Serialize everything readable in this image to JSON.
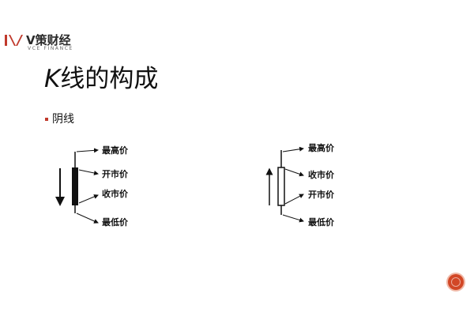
{
  "logo": {
    "name": "V策财经",
    "sub": "VCE FINANCE",
    "brand_color": "#c0392b"
  },
  "slide": {
    "title_k": "K",
    "title_rest": "线的构成",
    "bullet": "阴线"
  },
  "diagram_left": {
    "labels": [
      "最高价",
      "开市价",
      "收市价",
      "最低价"
    ],
    "body_color": "#111111",
    "arrow": "down"
  },
  "diagram_right": {
    "labels": [
      "最高价",
      "收市价",
      "开市价",
      "最低价"
    ],
    "body_color": "#ffffff",
    "arrow": "up"
  },
  "nav": {
    "color": "#d24726"
  }
}
